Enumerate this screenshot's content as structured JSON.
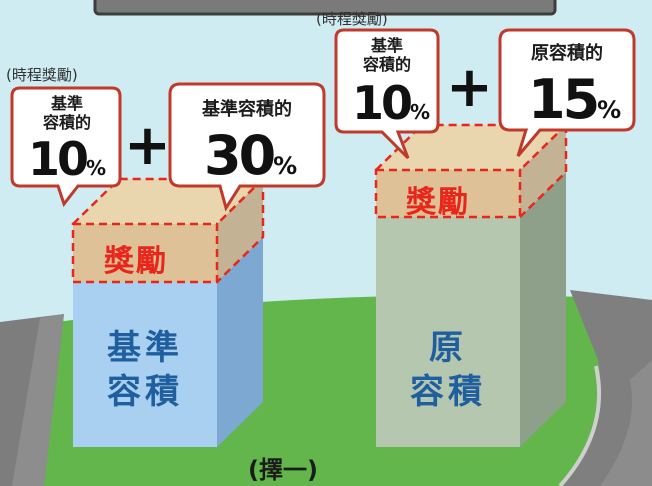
{
  "left": {
    "time_note": "(時程獎勵)",
    "time_bubble": {
      "line1": "基準",
      "line2": "容積的",
      "value": "10",
      "unit": "%"
    },
    "base_bubble": {
      "label": "基準容積的",
      "value": "30",
      "unit": "%"
    },
    "reward_label": "獎勵",
    "block_label_line1": "基準",
    "block_label_line2": "容積"
  },
  "right": {
    "time_note": "(時程獎勵)",
    "time_bubble": {
      "line1": "基準",
      "line2": "容積的",
      "value": "10",
      "unit": "%"
    },
    "base_bubble": {
      "label": "原容積的",
      "value": "15",
      "unit": "%"
    },
    "reward_label": "獎勵",
    "block_label_line1": "原",
    "block_label_line2": "容積"
  },
  "plus_symbol": "+",
  "caption": "(擇一)",
  "colors": {
    "sky": "#cfecf3",
    "grass": "#62b64c",
    "road": "#7f7f7f",
    "reward_text": "#e8261b",
    "block_label": "#1f5fa0",
    "left_block": "#a9d0f1",
    "right_block": "#b6c7b0"
  }
}
